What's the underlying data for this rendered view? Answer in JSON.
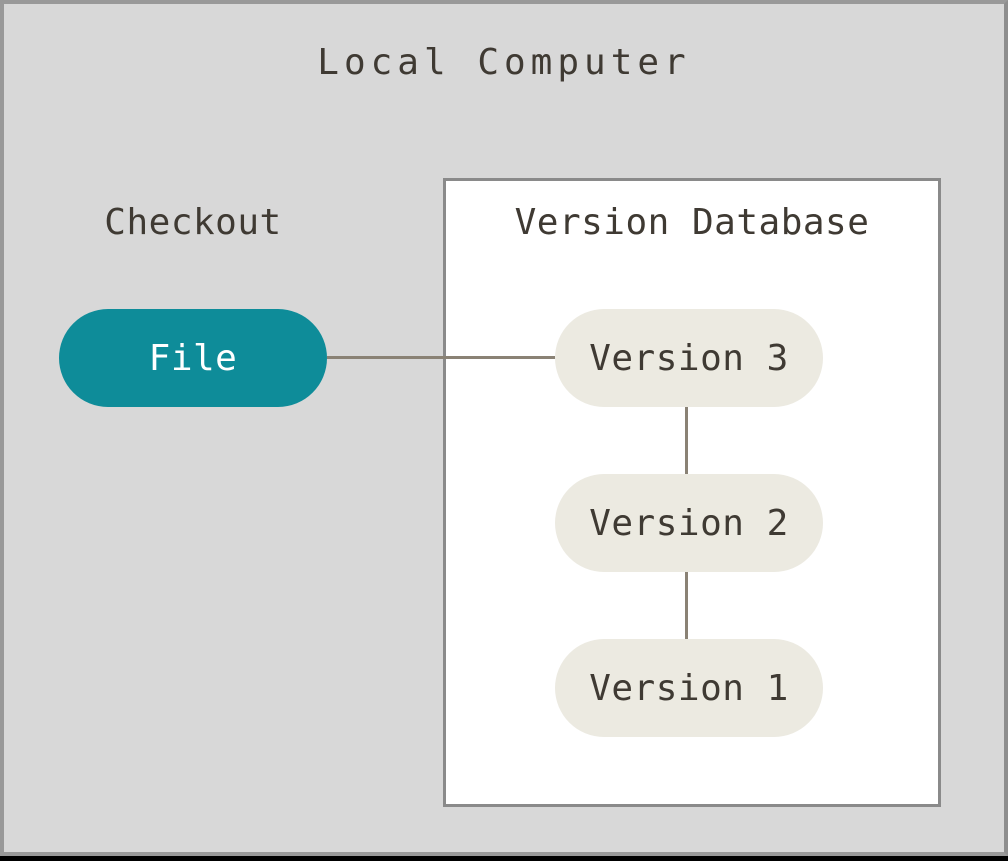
{
  "diagram": {
    "title": "Local Computer",
    "checkout": {
      "label": "Checkout"
    },
    "file_node": {
      "label": "File"
    },
    "version_database": {
      "title": "Version Database",
      "versions": [
        {
          "label": "Version 3"
        },
        {
          "label": "Version 2"
        },
        {
          "label": "Version 1"
        }
      ]
    },
    "connections": [
      {
        "from": "file",
        "to": "version-3",
        "orientation": "horizontal"
      },
      {
        "from": "version-3",
        "to": "version-2",
        "orientation": "vertical"
      },
      {
        "from": "version-2",
        "to": "version-1",
        "orientation": "vertical"
      }
    ],
    "colors": {
      "background": "#d8d8d8",
      "outer_border": "#999999",
      "box_fill": "#ffffff",
      "box_border": "#8a8a8a",
      "file_fill": "#0e8c99",
      "file_text": "#ffffff",
      "version_fill": "#eceae1",
      "text_dark": "#3f3a33",
      "connector": "#8a8275"
    }
  }
}
